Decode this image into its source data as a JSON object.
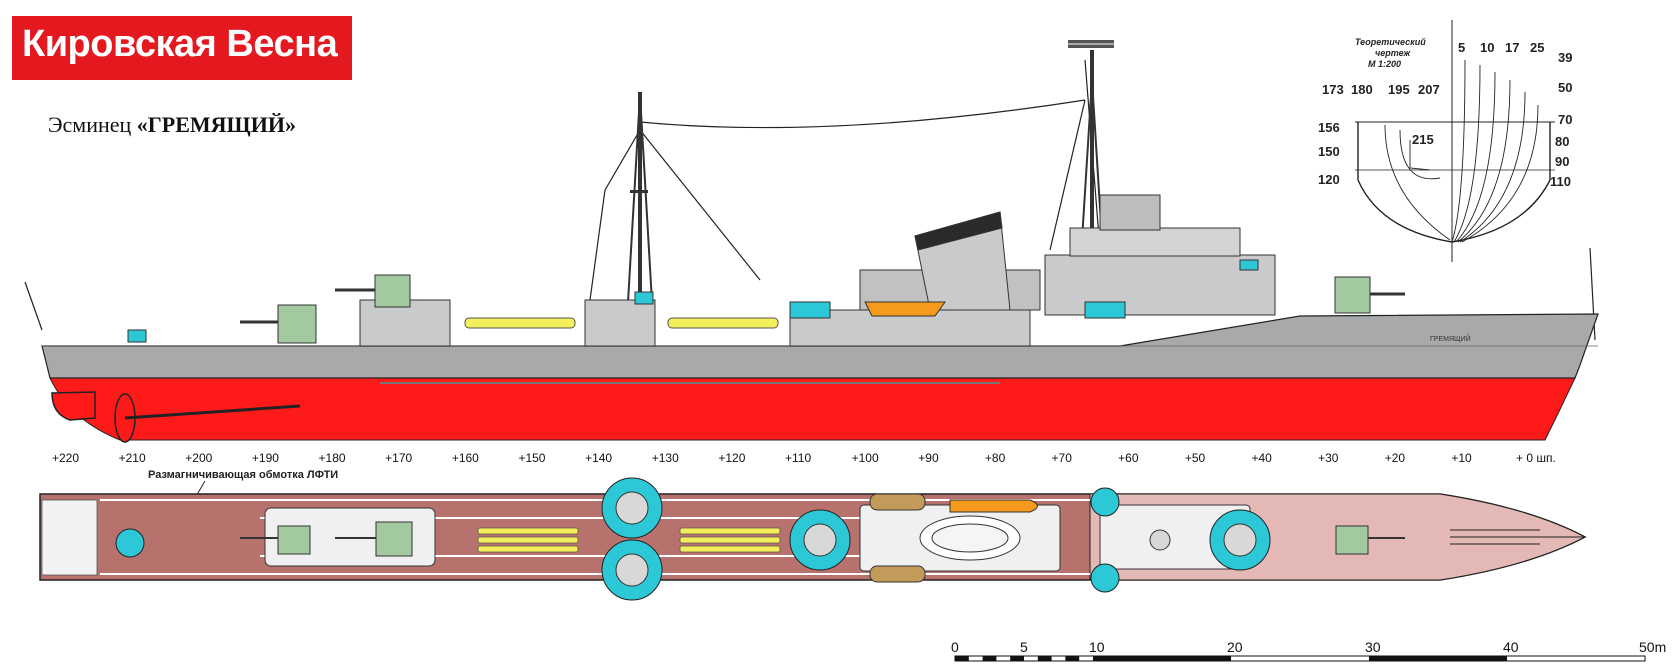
{
  "brand": {
    "badge_text": "Кировская Весна",
    "badge_color": "#e3191f"
  },
  "subtitle": {
    "prefix": "Эсминец",
    "name": "«ГРЕМЯЩИЙ»"
  },
  "hull_name": "ГРЕМЯЩИЙ",
  "body_plan": {
    "title_line1": "Теоретический",
    "title_line2": "чертеж",
    "title_line3": "М 1:200",
    "stations_bow": [
      "5",
      "10",
      "17",
      "25",
      "39",
      "50",
      "70",
      "80",
      "90",
      "110"
    ],
    "stations_stern_top": [
      "173",
      "180",
      "195",
      "207"
    ],
    "station_215": "215",
    "stations_stern_left": [
      "156",
      "150",
      "120"
    ]
  },
  "frame_scale": {
    "labels": [
      "+220",
      "+210",
      "+200",
      "+190",
      "+180",
      "+170",
      "+160",
      "+150",
      "+140",
      "+130",
      "+120",
      "+110",
      "+100",
      "+90",
      "+80",
      "+70",
      "+60",
      "+50",
      "+40",
      "+30",
      "+20",
      "+10"
    ],
    "last_label": "+ 0 шп."
  },
  "degaussing_label": "Размагничивающая обмотка ЛФТИ",
  "length_scale": {
    "labels": [
      "0",
      "5",
      "10",
      "20",
      "30",
      "40"
    ],
    "end_label": "50m"
  },
  "colors": {
    "hull_gray": "#a8a9ab",
    "underwater_red": "#ff1a1a",
    "deck_brown": "#b8726e",
    "deck_light": "#e4b8b4",
    "turret_green": "#a3c9a0",
    "aa_cyan": "#2cc8d8",
    "torpedo_yellow": "#f2ef5a",
    "boat_orange": "#f59a1c"
  }
}
